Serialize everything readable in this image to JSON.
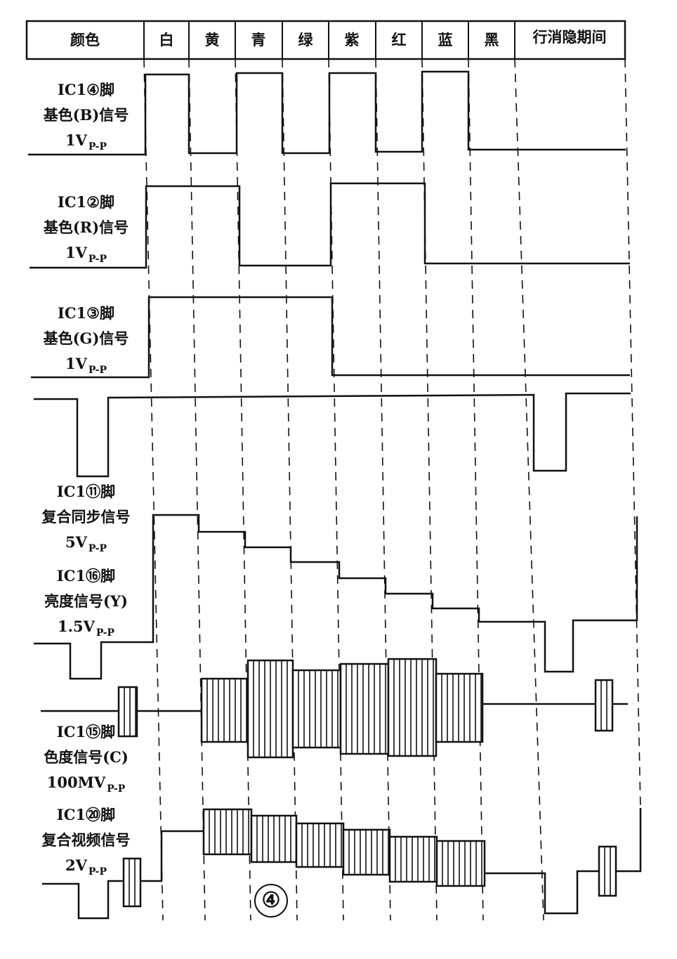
{
  "header": {
    "first_col": "颜色",
    "colors": [
      "白",
      "黄",
      "青",
      "绿",
      "紫",
      "红",
      "蓝",
      "黑"
    ],
    "blanking": "行消隐期间"
  },
  "signals": [
    {
      "id": "b",
      "pin": "IC1④脚",
      "name": "基色(B)信号",
      "amp_value": "1V",
      "amp_unit": "P-P"
    },
    {
      "id": "r",
      "pin": "IC1②脚",
      "name": "基色(R)信号",
      "amp_value": "1V",
      "amp_unit": "P-P"
    },
    {
      "id": "g",
      "pin": "IC1③脚",
      "name": "基色(G)信号",
      "amp_value": "1V",
      "amp_unit": "P-P"
    },
    {
      "id": "sync",
      "pin": "IC1⑪脚",
      "name": "复合同步信号",
      "amp_value": "5V",
      "amp_unit": "P-P"
    },
    {
      "id": "y",
      "pin": "IC1⑯脚",
      "name": "亮度信号(Y)",
      "amp_value": "1.5V",
      "amp_unit": "P-P"
    },
    {
      "id": "c",
      "pin": "IC1⑮脚",
      "name": "色度信号(C)",
      "amp_value": "100MV",
      "amp_unit": "P-P"
    },
    {
      "id": "cvbs",
      "pin": "IC1⑳脚",
      "name": "复合视频信号",
      "amp_value": "2V",
      "amp_unit": "P-P"
    }
  ],
  "figure_number": "④",
  "colors": {
    "ink": "#111111",
    "background": "#ffffff"
  }
}
